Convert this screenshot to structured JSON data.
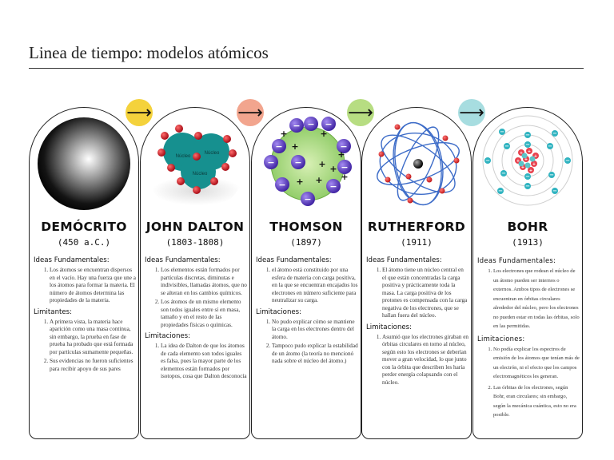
{
  "title": "Linea de tiempo: modelos atómicos",
  "arrows": {
    "symbol": "⟶",
    "colors": [
      "#f4d23c",
      "#f2a58e",
      "#b7dd82",
      "#a7dde0"
    ]
  },
  "models": [
    {
      "name": "DEMÓCRITO",
      "year": "(450 a.C.)",
      "sections": [
        {
          "heading": "Ideas Fundamentales:",
          "items": [
            "Los átomos se encuentran dispersos en el vacío. Hay una fuerza que une a los átomos para formar la materia. El número de átomos determina las propiedades de la materia."
          ]
        },
        {
          "heading": "Limitantes:",
          "items": [
            "A primera vista, la materia hace aparición como una masa continua, sin embargo, la prueba en fase de prueba ha probado que está formada por partículas sumamente pequeñas.",
            "Sus evidencias no fueron suficientes para recibir apoyo de sus pares"
          ]
        }
      ]
    },
    {
      "name": "JOHN DALTON",
      "year": "(1803-1808)",
      "labels": [
        "Núcleo",
        "Núcleo",
        "Núcleo"
      ],
      "sections": [
        {
          "heading": "Ideas Fundamentales:",
          "items": [
            "Los elementos están formados por partículas discretas, diminutas e indivisibles, llamadas átomos, que no se alteran en los cambios químicos.",
            "Los átomos de un mismo elemento son todos iguales entre sí en masa, tamaño y en el resto de las propiedades físicas o químicas."
          ]
        },
        {
          "heading": "Limitaciones:",
          "items": [
            "La idea de Dalton de que los átomos de cada elemento son todos iguales es falsa, pues la mayor parte de los elementos están formados por isotopos, cosa que Dalton desconocía"
          ]
        }
      ]
    },
    {
      "name": "THOMSON",
      "year": "(1897)",
      "sections": [
        {
          "heading": "Ideas Fundamentales:",
          "items": [
            "el átomo está constituido por una esfera de materia con carga positiva, en la que se encuentran encajados los electrones en número suficiente para neutralizar su carga."
          ]
        },
        {
          "heading": "Limitaciones:",
          "items": [
            "No pudo explicar cómo se mantiene la carga en los electrones dentro del átomo.",
            "Tampoco pudo explicar la estabilidad de un átomo (la teoría no mencionó nada sobre el núcleo del átomo.)"
          ]
        }
      ]
    },
    {
      "name": "RUTHERFORD",
      "year": "(1911)",
      "sections": [
        {
          "heading": "Ideas Fundamentales:",
          "items": [
            "El átomo tiene un núcleo central en el que están concentradas la carga positiva y prácticamente toda la masa. La carga positiva de los protones es compensada con la carga negativa de los electrones, que se hallan fuera del núcleo."
          ]
        },
        {
          "heading": "Limitaciones:",
          "items": [
            "Asumió que los electrones giraban en órbitas circulares en torno al núcleo, según esto los electrones se deberían mover a gran velocidad, lo que junto con la órbita que describen les haría perder energía colapsando con el núcleo."
          ]
        }
      ]
    },
    {
      "name": "BOHR",
      "year": "(1913)",
      "sections": [
        {
          "heading": "Ideas Fundamentales:",
          "items": [
            "Los electrones que rodean el núcleo de un átomo pueden ser internos o externos. Ambos tipos de electrones se encuentran en órbitas circulares alrededor del núcleo, pero los electrones no pueden estar en todas las órbitas, solo en las permitidas."
          ]
        },
        {
          "heading": "Limitaciones:",
          "items": [
            "No podía explicar los espectros de emisión de los átomos que tenían más de un electrón, ni el efecto que los campos electromagnéticos les generan.",
            "Las órbitas de los electrones, según Bohr, eran circulares; sin embargo, según la mecánica cuántica, esto no era posible."
          ]
        }
      ]
    }
  ]
}
